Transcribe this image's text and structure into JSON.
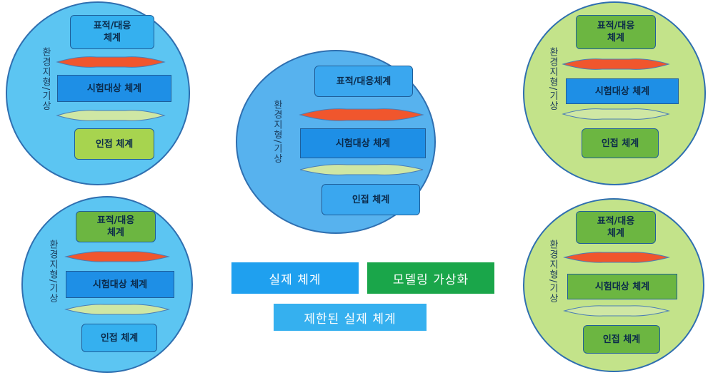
{
  "colors": {
    "blue_ellipse": "#5cc5f2",
    "center_ellipse": "#57b2ee",
    "green_ellipse": "#c3e38a",
    "box_blue_light": "#35b0ef",
    "box_blue": "#3aa7ef",
    "box_blue_dark": "#1e8fe6",
    "box_green": "#6cb641",
    "box_green_light": "#a7d44f",
    "connector_red": "#f0562d",
    "connector_green": "#cfe7a4",
    "legend_blue": "#1fa0ef",
    "legend_green": "#1aa64a"
  },
  "diagrams": [
    {
      "side": "환경지형/기상",
      "top": "표적/대응\n체계",
      "middle": "시험대상 체계",
      "bottom": "인접 체계"
    },
    {
      "side": "환경지형/기상",
      "top": "표적/대응체계",
      "middle": "시험대상 체계",
      "bottom": "인접 체계"
    },
    {
      "side": "환경지형/기상",
      "top": "표적/대응\n체계",
      "middle": "시험대상 체계",
      "bottom": "인접 체계"
    },
    {
      "side": "환경지형/기상",
      "top": "표적/대응\n체계",
      "middle": "시험대상 체계",
      "bottom": "인접 체계"
    },
    {
      "side": "환경지형/기상",
      "top": "표적/대응\n체계",
      "middle": "시험대상 체계",
      "bottom": "인접 체계"
    }
  ],
  "legend": {
    "real": "실제 체계",
    "modeling": "모델링 가상화",
    "limited": "제한된 실제 체계"
  }
}
